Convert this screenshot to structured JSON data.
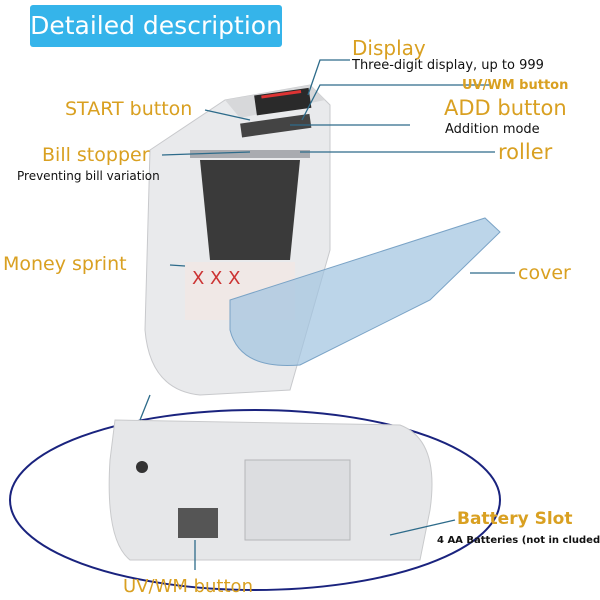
{
  "title": "Detailed description",
  "labels": {
    "display": "Display",
    "display_sub": "Three-digit display, up to 999",
    "uvwm_top": "UV/WM button",
    "start": "START button",
    "add": "ADD button",
    "add_sub": "Addition mode",
    "stopper": "Bill stopper",
    "stopper_sub": "Preventing bill variation",
    "roller": "roller",
    "money": "Money sprint",
    "cover": "cover",
    "battery": "Battery Slot",
    "battery_sub": "4 AA Batteries (not in cluded)",
    "uvwm_bottom": "UV/WM button"
  },
  "bill_marks": "X X X",
  "colors": {
    "label": "#d9a021",
    "banner": "#35b4ea",
    "line": "#2d6b8a",
    "ellipse": "#1a237e"
  }
}
